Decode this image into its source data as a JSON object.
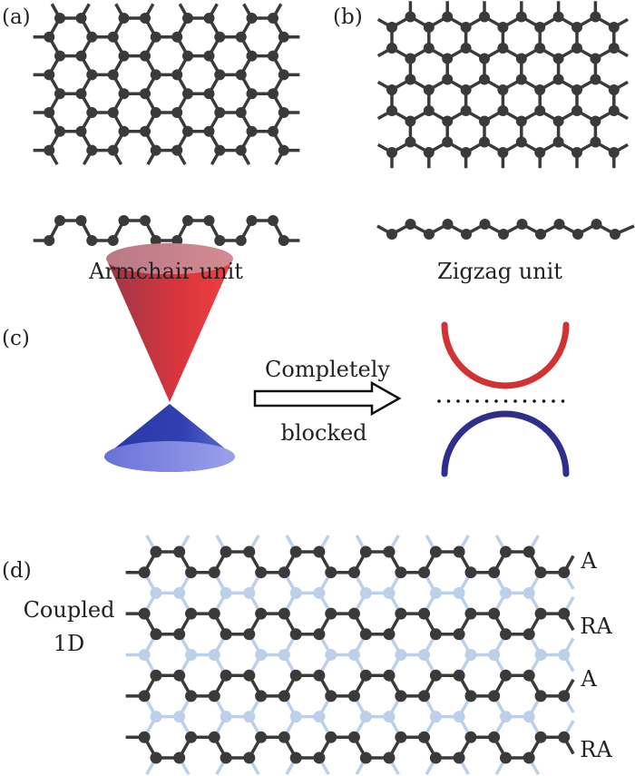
{
  "panels": {
    "a": {
      "label": "(a)",
      "caption": "Armchair unit"
    },
    "b": {
      "label": "(b)",
      "caption": "Zigzag unit"
    },
    "c": {
      "label": "(c)",
      "arrow_text_top": "Completely",
      "arrow_text_bottom": "blocked"
    },
    "d": {
      "label": "(d)",
      "side_label_line1": "Coupled",
      "side_label_line2": "1D",
      "row_labels": [
        "A",
        "RA",
        "A",
        "RA"
      ]
    }
  },
  "colors": {
    "atom": "#3a3a3a",
    "faded": "#bcd0ea",
    "band_upper": "#d23232",
    "band_lower": "#2e2e8c"
  }
}
